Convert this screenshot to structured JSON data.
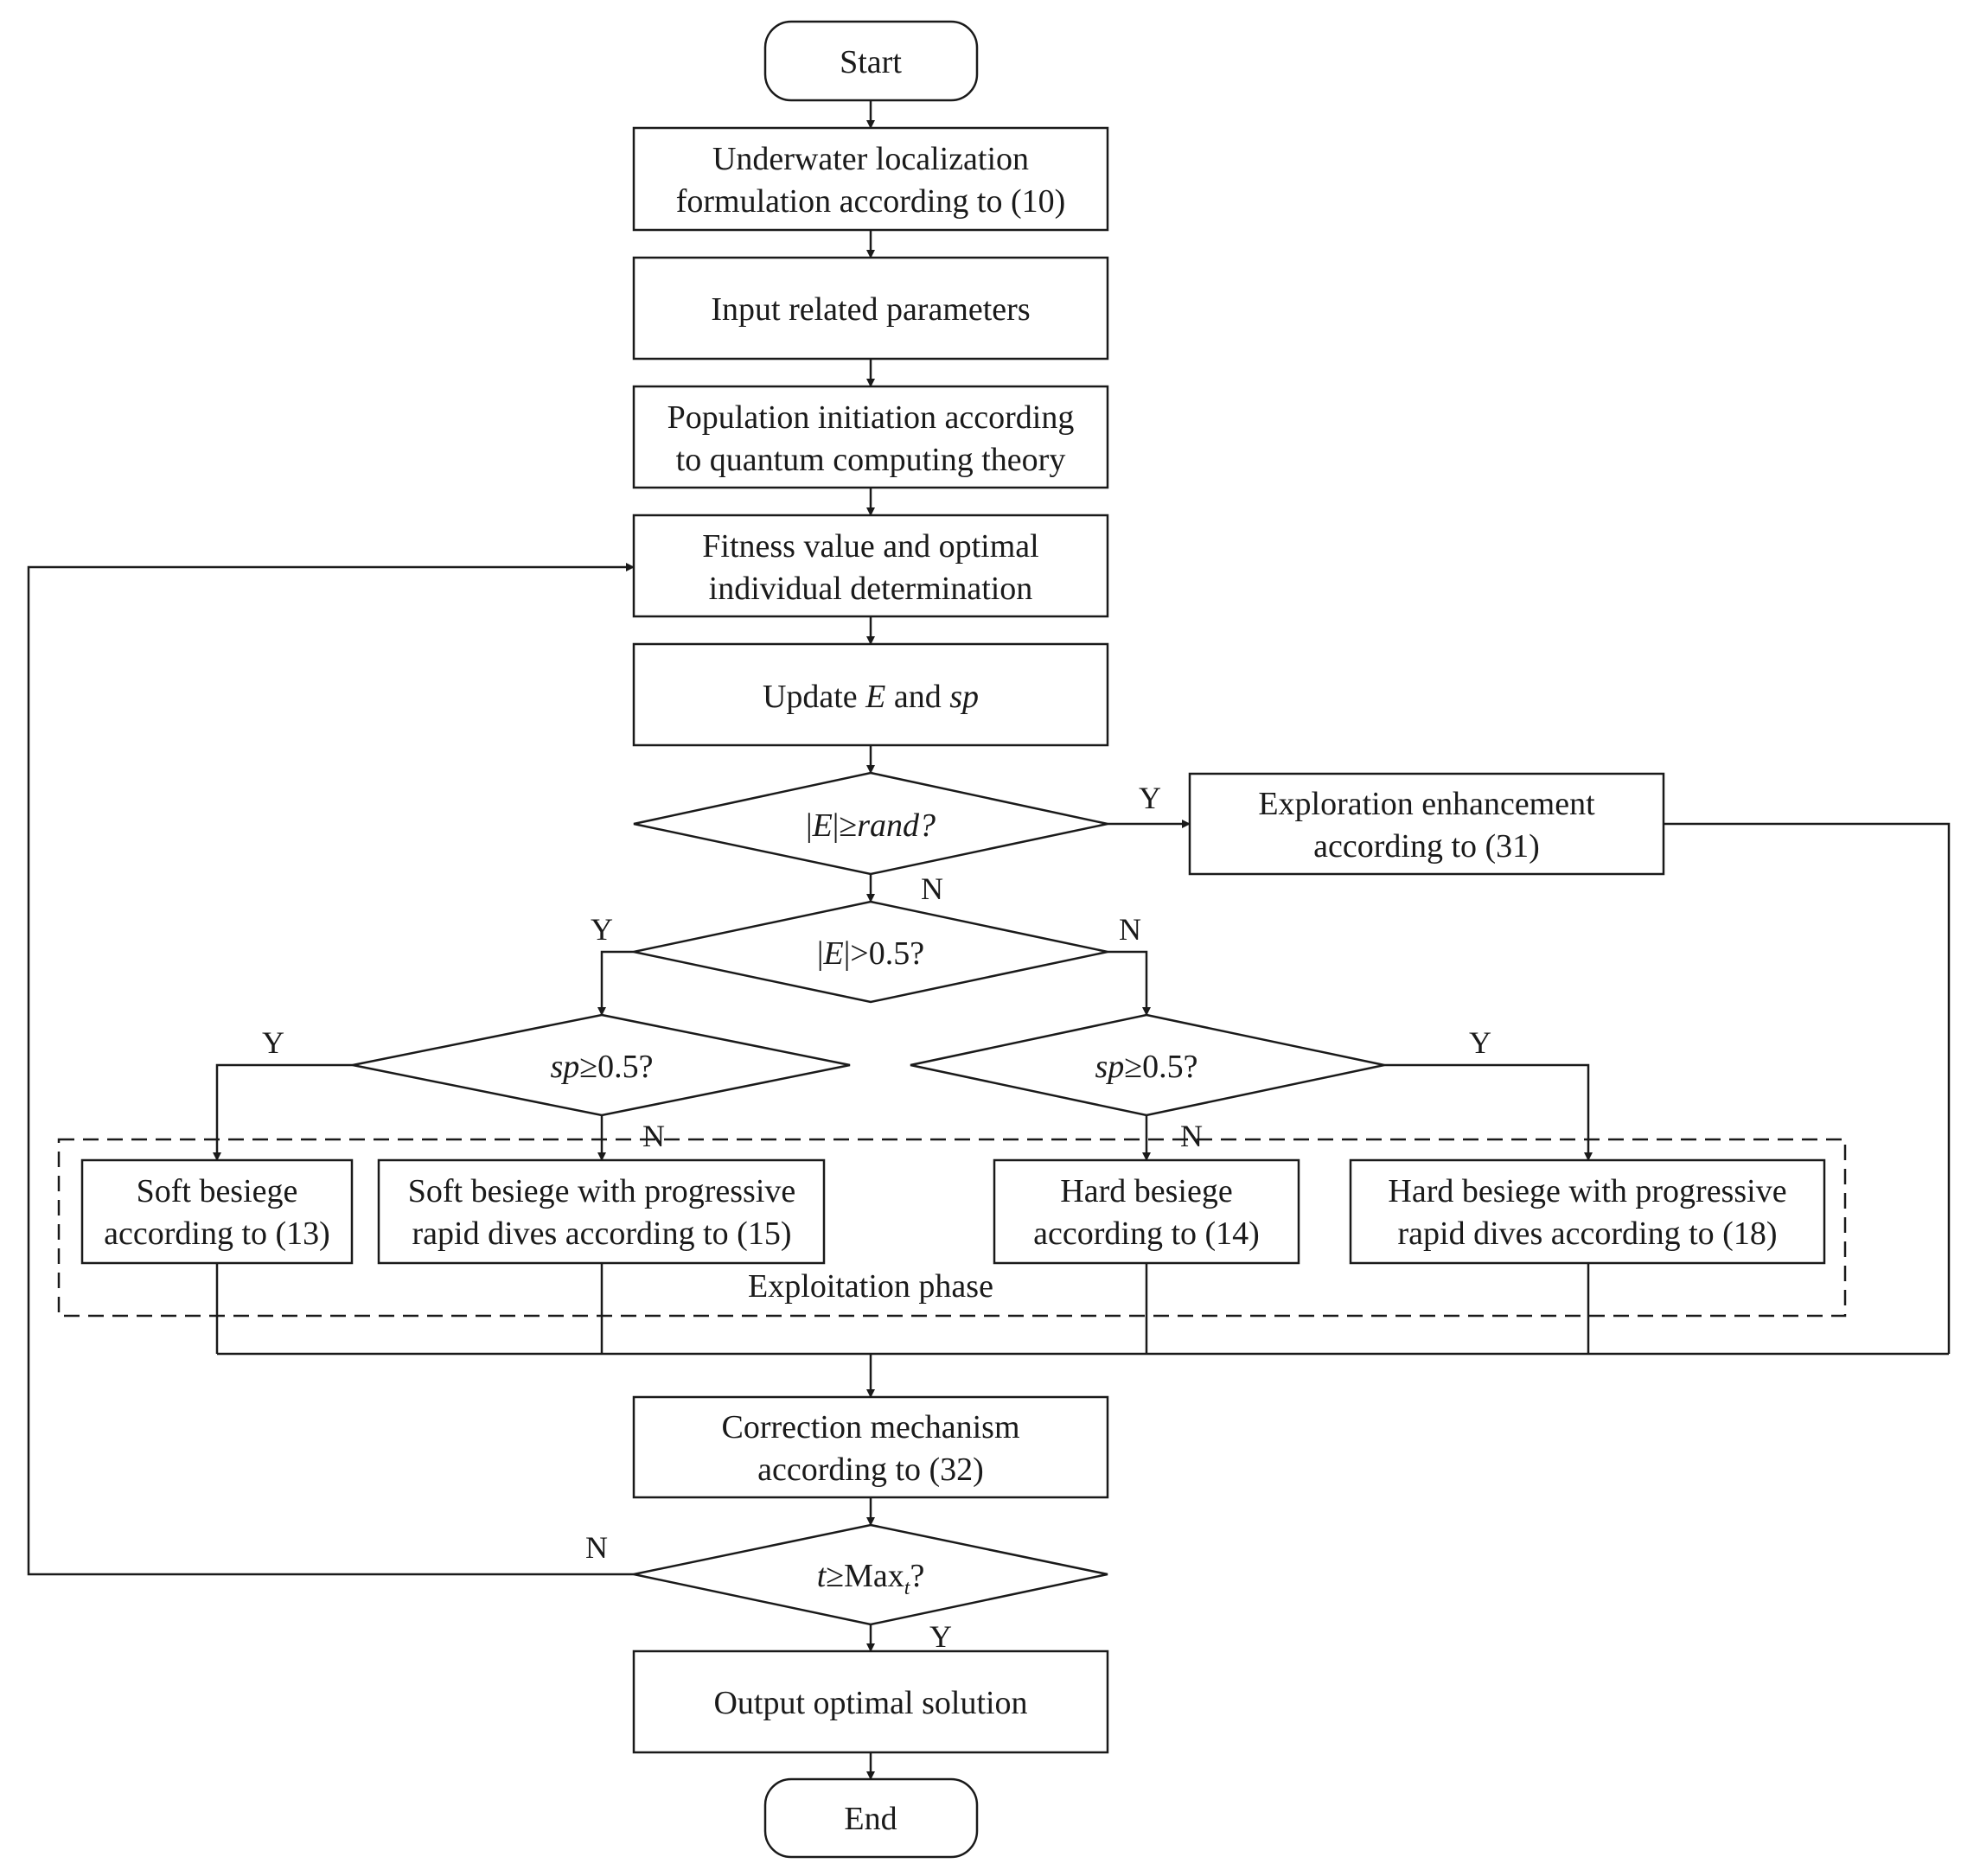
{
  "nodes": {
    "start": {
      "text": [
        "Start"
      ]
    },
    "formulation": {
      "text": [
        "Underwater localization",
        "formulation according to (10)"
      ]
    },
    "input": {
      "text": [
        "Input related parameters"
      ]
    },
    "population": {
      "text": [
        "Population initiation according",
        "to quantum computing theory"
      ]
    },
    "fitness": {
      "text": [
        "Fitness value and optimal",
        "individual determination"
      ]
    },
    "update": {
      "pre": "Update ",
      "var1": "E",
      "mid": " and ",
      "var2": "sp"
    },
    "decision_rand": {
      "pre": "|",
      "var1": "E",
      "mid": "|≥",
      "var2": "rand?"
    },
    "exploration": {
      "text": [
        "Exploration enhancement",
        "according to (31)"
      ]
    },
    "decision_e": {
      "pre": "|",
      "var1": "E",
      "post": "|>0.5?"
    },
    "decision_sp_left": {
      "var1": "sp",
      "post": "≥0.5?"
    },
    "decision_sp_right": {
      "var1": "sp",
      "post": "≥0.5?"
    },
    "soft": {
      "text": [
        "Soft besiege",
        "according to (13)"
      ]
    },
    "soft_dives": {
      "text": [
        "Soft besiege with progressive",
        "rapid dives according to (15)"
      ]
    },
    "hard": {
      "text": [
        "Hard besiege",
        "according to (14)"
      ]
    },
    "hard_dives": {
      "text": [
        "Hard besiege with progressive",
        "rapid dives according to (18)"
      ]
    },
    "exploitation_label": {
      "text": [
        "Exploitation phase"
      ]
    },
    "correction": {
      "text": [
        "Correction mechanism",
        "according to (32)"
      ]
    },
    "decision_t": {
      "var1": "t",
      "mid": "≥Max",
      "sub": "t",
      "post": "?"
    },
    "output": {
      "text": [
        "Output optimal solution"
      ]
    },
    "end": {
      "text": [
        "End"
      ]
    }
  },
  "edge_labels": {
    "rand_yes": "Y",
    "rand_no": "N",
    "e_yes": "Y",
    "e_no": "N",
    "sp_left_yes": "Y",
    "sp_left_no": "N",
    "sp_right_yes": "Y",
    "sp_right_no": "N",
    "t_no": "N",
    "t_yes": "Y"
  }
}
